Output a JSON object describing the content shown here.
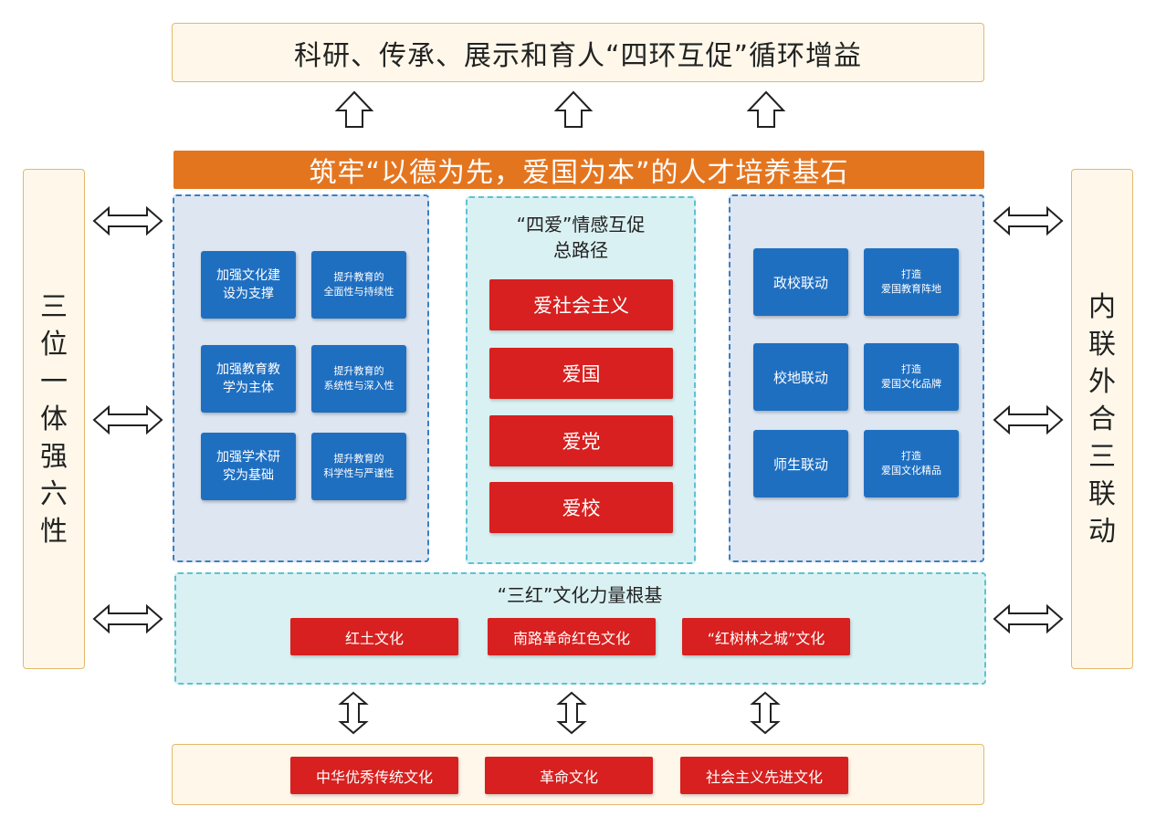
{
  "top_banner": "科研、传承、展示和育人“四环互促”循环增益",
  "foundation_bar": "筑牢“以德为先，爱国为本”的人才培养基石",
  "left_side": [
    "三",
    "位",
    "一",
    "体",
    "强",
    "六",
    "性"
  ],
  "right_side": [
    "内",
    "联",
    "外",
    "合",
    "三",
    "联",
    "动"
  ],
  "left_panel": {
    "rows": [
      {
        "left": "加强文化建\n设为支撑",
        "right": "提升教育的\n全面性与持续性"
      },
      {
        "left": "加强教育教\n学为主体",
        "right": "提升教育的\n系统性与深入性"
      },
      {
        "left": "加强学术研\n究为基础",
        "right": "提升教育的\n科学性与严谨性"
      }
    ]
  },
  "center_panel": {
    "title": "“四爱”情感互促\n总路径",
    "items": [
      "爱社会主义",
      "爱国",
      "爱党",
      "爱校"
    ]
  },
  "right_panel": {
    "rows": [
      {
        "left": "政校联动",
        "right": "打造\n爱国教育阵地"
      },
      {
        "left": "校地联动",
        "right": "打造\n爱国文化品牌"
      },
      {
        "left": "师生联动",
        "right": "打造\n爱国文化精品"
      }
    ]
  },
  "sanhong": {
    "title": "“三红”文化力量根基",
    "items": [
      "红土文化",
      "南路革命红色文化",
      "“红树林之城”文化"
    ]
  },
  "bottom": {
    "items": [
      "中华优秀传统文化",
      "革命文化",
      "社会主义先进文化"
    ]
  },
  "colors": {
    "orange_bar": "#e4751f",
    "blue_button": "#1f6fc1",
    "red_button": "#d7201f",
    "cream_box": "#fff8ea",
    "blue_panel": "#dde6f1",
    "teal_panel": "#daf1f3"
  }
}
